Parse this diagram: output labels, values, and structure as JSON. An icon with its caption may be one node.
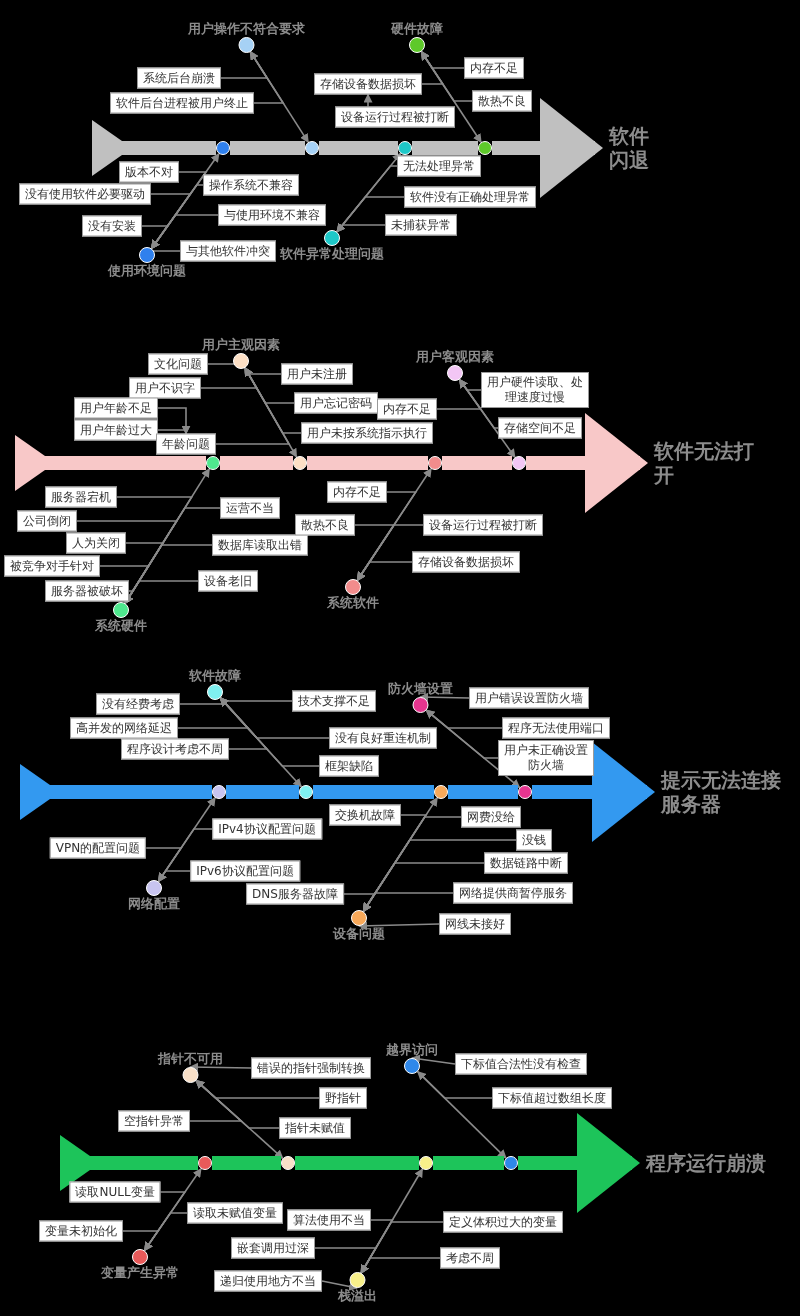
{
  "diagram": {
    "nodes": [
      {
        "text": [
          "用户操作不符合要求"
        ]
      },
      {
        "text": [
          "系统后台崩溃"
        ]
      },
      {
        "text": [
          "软件后台进程被用户终止"
        ]
      },
      {
        "text": [
          "硬件故障"
        ]
      },
      {
        "text": [
          "内存不足"
        ]
      },
      {
        "text": [
          "存储设备数据损坏"
        ]
      },
      {
        "text": [
          "散热不良"
        ]
      },
      {
        "text": [
          "设备运行过程被打断"
        ]
      },
      {
        "text": [
          "使用环境问题"
        ]
      },
      {
        "text": [
          "版本不对"
        ]
      },
      {
        "text": [
          "没有使用软件必要驱动"
        ]
      },
      {
        "text": [
          "没有安装"
        ]
      },
      {
        "text": [
          "操作系统不兼容"
        ]
      },
      {
        "text": [
          "与使用环境不兼容"
        ]
      },
      {
        "text": [
          "与其他软件冲突"
        ]
      },
      {
        "text": [
          "软件异常处理问题"
        ]
      },
      {
        "text": [
          "无法处理异常"
        ]
      },
      {
        "text": [
          "软件没有正确处理异常"
        ]
      },
      {
        "text": [
          "未捕获异常"
        ]
      },
      {
        "text": [],
        "shape": "circle"
      },
      {
        "text": [],
        "shape": "circle"
      },
      {
        "text": [],
        "shape": "circle"
      },
      {
        "text": [],
        "shape": "circle"
      },
      {
        "text": [
          "软件闪退"
        ]
      },
      {
        "text": [
          "用户主观因素"
        ]
      },
      {
        "text": [
          "文化问题"
        ]
      },
      {
        "text": [
          "用户不识字"
        ]
      },
      {
        "text": [
          "用户年龄不足"
        ]
      },
      {
        "text": [
          "用户年龄过大"
        ]
      },
      {
        "text": [
          "年龄问题"
        ]
      },
      {
        "text": [
          "用户未注册"
        ]
      },
      {
        "text": [
          "用户忘记密码"
        ]
      },
      {
        "text": [
          "用户未按系统指示执行"
        ]
      },
      {
        "text": [
          "用户客观因素"
        ]
      },
      {
        "text": [
          "用户硬件读取、处理速度过慢"
        ]
      },
      {
        "text": [
          "内存不足"
        ]
      },
      {
        "text": [
          "存储空间不足"
        ]
      },
      {
        "text": [
          "系统硬件"
        ]
      },
      {
        "text": [
          "服务器宕机"
        ]
      },
      {
        "text": [
          "公司倒闭"
        ]
      },
      {
        "text": [
          "人为关闭"
        ]
      },
      {
        "text": [
          "被竞争对手针对"
        ]
      },
      {
        "text": [
          "服务器被破坏"
        ]
      },
      {
        "text": [
          "运营不当"
        ]
      },
      {
        "text": [
          "数据库读取出错"
        ]
      },
      {
        "text": [
          "设备老旧"
        ]
      },
      {
        "text": [
          "系统软件"
        ]
      },
      {
        "text": [
          "内存不足"
        ]
      },
      {
        "text": [
          "散热不良"
        ]
      },
      {
        "text": [
          "设备运行过程被打断"
        ]
      },
      {
        "text": [
          "存储设备数据损坏"
        ]
      },
      {
        "text": [],
        "shape": "circle"
      },
      {
        "text": [],
        "shape": "circle"
      },
      {
        "text": [],
        "shape": "circle"
      },
      {
        "text": [],
        "shape": "circle"
      },
      {
        "text": [
          "软件无法打开"
        ]
      },
      {
        "text": [
          "软件故障"
        ]
      },
      {
        "text": [
          "没有经费考虑"
        ]
      },
      {
        "text": [
          "高并发的网络延迟"
        ]
      },
      {
        "text": [
          "程序设计考虑不周"
        ]
      },
      {
        "text": [
          "技术支撑不足"
        ]
      },
      {
        "text": [
          "没有良好重连机制"
        ]
      },
      {
        "text": [
          "框架缺陷"
        ]
      },
      {
        "text": [
          "防火墙设置"
        ]
      },
      {
        "text": [
          "用户错误设置防火墙"
        ]
      },
      {
        "text": [
          "程序无法使用端口"
        ]
      },
      {
        "text": [
          "用户未正确设置防火墙"
        ]
      },
      {
        "text": [
          "网络配置"
        ]
      },
      {
        "text": [
          "IPv4协议配置问题"
        ]
      },
      {
        "text": [
          "VPN的配置问题"
        ]
      },
      {
        "text": [
          "IPv6协议配置问题"
        ]
      },
      {
        "text": [
          "设备问题"
        ]
      },
      {
        "text": [
          "交换机故障"
        ]
      },
      {
        "text": [
          "DNS服务器故障"
        ]
      },
      {
        "text": [
          "网费没给"
        ]
      },
      {
        "text": [
          "没钱"
        ]
      },
      {
        "text": [
          "数据链路中断"
        ]
      },
      {
        "text": [
          "网络提供商暂停服务"
        ]
      },
      {
        "text": [
          "网线未接好"
        ]
      },
      {
        "text": [],
        "shape": "circle"
      },
      {
        "text": [],
        "shape": "circle"
      },
      {
        "text": [],
        "shape": "circle"
      },
      {
        "text": [],
        "shape": "circle"
      },
      {
        "text": [
          "提示无法连接服务器"
        ]
      },
      {
        "text": [
          "指针不可用"
        ]
      },
      {
        "text": [
          "错误的指针强制转换"
        ]
      },
      {
        "text": [
          "野指针"
        ]
      },
      {
        "text": [
          "指针未赋值"
        ]
      },
      {
        "text": [
          "空指针异常"
        ]
      },
      {
        "text": [
          "越界访问"
        ]
      },
      {
        "text": [
          "下标值合法性没有检查"
        ]
      },
      {
        "text": [
          "下标值超过数组长度"
        ]
      },
      {
        "text": [
          "变量产生异常"
        ]
      },
      {
        "text": [
          "读取NULL变量"
        ]
      },
      {
        "text": [
          "读取未赋值变量"
        ]
      },
      {
        "text": [
          "变量未初始化"
        ]
      },
      {
        "text": [
          "栈溢出"
        ]
      },
      {
        "text": [
          "算法使用不当"
        ]
      },
      {
        "text": [
          "嵌套调用过深"
        ]
      },
      {
        "text": [
          "递归使用地方不当"
        ]
      },
      {
        "text": [
          "定义体积过大的变量"
        ]
      },
      {
        "text": [
          "考虑不周"
        ]
      },
      {
        "text": [],
        "shape": "circle"
      },
      {
        "text": [],
        "shape": "circle"
      },
      {
        "text": [],
        "shape": "circle"
      },
      {
        "text": [],
        "shape": "circle"
      },
      {
        "text": [
          "程序运行崩溃"
        ]
      }
    ],
    "edges": [
      {
        "from": 1,
        "to": 0,
        "arrow": "to"
      },
      {
        "from": 2,
        "to": 0,
        "arrow": "to"
      },
      {
        "from": 4,
        "to": 3,
        "arrow": "to"
      },
      {
        "from": 7,
        "to": 5,
        "arrow": "to"
      },
      {
        "from": 5,
        "to": 3,
        "arrow": "to"
      },
      {
        "from": 6,
        "to": 3,
        "arrow": "to"
      },
      {
        "from": 9,
        "to": 8,
        "arrow": "to"
      },
      {
        "from": 10,
        "to": 8,
        "arrow": "to"
      },
      {
        "from": 11,
        "to": 8,
        "arrow": "to"
      },
      {
        "from": 12,
        "to": 8,
        "arrow": "to"
      },
      {
        "from": 13,
        "to": 8,
        "arrow": "to"
      },
      {
        "from": 14,
        "to": 8,
        "arrow": "to"
      },
      {
        "from": 16,
        "to": 15,
        "arrow": "to"
      },
      {
        "from": 17,
        "to": 15,
        "arrow": "to"
      },
      {
        "from": 18,
        "to": 15,
        "arrow": "to"
      },
      {
        "from": 8,
        "to": 19,
        "arrow": "to"
      },
      {
        "from": 0,
        "to": 20,
        "arrow": "to"
      },
      {
        "from": 15,
        "to": 21,
        "arrow": "to"
      },
      {
        "from": 3,
        "to": 22,
        "arrow": "to"
      },
      {
        "from": 19,
        "to": 20,
        "arrow": "none",
        "style": "thick",
        "color": "#c0c0c0"
      },
      {
        "from": 20,
        "to": 21,
        "arrow": "none",
        "style": "thick",
        "color": "#c0c0c0"
      },
      {
        "from": 21,
        "to": 22,
        "arrow": "none",
        "style": "thick",
        "color": "#c0c0c0"
      },
      {
        "from": 22,
        "to": 23,
        "arrow": "to",
        "style": "thick",
        "color": "#c0c0c0"
      },
      {
        "from": 25,
        "to": 24,
        "arrow": "to"
      },
      {
        "from": 26,
        "to": 24,
        "arrow": "to"
      },
      {
        "from": 27,
        "to": 29,
        "arrow": "to"
      },
      {
        "from": 28,
        "to": 29,
        "arrow": "to"
      },
      {
        "from": 29,
        "to": 24,
        "arrow": "to"
      },
      {
        "from": 30,
        "to": 24,
        "arrow": "to"
      },
      {
        "from": 31,
        "to": 24,
        "arrow": "to"
      },
      {
        "from": 32,
        "to": 24,
        "arrow": "to"
      },
      {
        "from": 34,
        "to": 33,
        "arrow": "to"
      },
      {
        "from": 35,
        "to": 33,
        "arrow": "to"
      },
      {
        "from": 36,
        "to": 33,
        "arrow": "to"
      },
      {
        "from": 38,
        "to": 37,
        "arrow": "to"
      },
      {
        "from": 39,
        "to": 37,
        "arrow": "to"
      },
      {
        "from": 40,
        "to": 37,
        "arrow": "to"
      },
      {
        "from": 41,
        "to": 37,
        "arrow": "to"
      },
      {
        "from": 42,
        "to": 37,
        "arrow": "to"
      },
      {
        "from": 43,
        "to": 37,
        "arrow": "to"
      },
      {
        "from": 44,
        "to": 37,
        "arrow": "to"
      },
      {
        "from": 45,
        "to": 37,
        "arrow": "to"
      },
      {
        "from": 47,
        "to": 46,
        "arrow": "to"
      },
      {
        "from": 48,
        "to": 46,
        "arrow": "to"
      },
      {
        "from": 49,
        "to": 46,
        "arrow": "to"
      },
      {
        "from": 50,
        "to": 46,
        "arrow": "to"
      },
      {
        "from": 37,
        "to": 51,
        "arrow": "to"
      },
      {
        "from": 24,
        "to": 52,
        "arrow": "to"
      },
      {
        "from": 46,
        "to": 53,
        "arrow": "to"
      },
      {
        "from": 33,
        "to": 54,
        "arrow": "to"
      },
      {
        "from": 51,
        "to": 52,
        "arrow": "none",
        "style": "thick",
        "color": "#f8c8c8"
      },
      {
        "from": 52,
        "to": 53,
        "arrow": "none",
        "style": "thick",
        "color": "#f8c8c8"
      },
      {
        "from": 53,
        "to": 54,
        "arrow": "none",
        "style": "thick",
        "color": "#f8c8c8"
      },
      {
        "from": 54,
        "to": 55,
        "arrow": "to",
        "style": "thick",
        "color": "#f8c8c8"
      },
      {
        "from": 57,
        "to": 56,
        "arrow": "to"
      },
      {
        "from": 58,
        "to": 56,
        "arrow": "to"
      },
      {
        "from": 59,
        "to": 56,
        "arrow": "to"
      },
      {
        "from": 60,
        "to": 56,
        "arrow": "to"
      },
      {
        "from": 61,
        "to": 56,
        "arrow": "to"
      },
      {
        "from": 62,
        "to": 56,
        "arrow": "to"
      },
      {
        "from": 64,
        "to": 63,
        "arrow": "to"
      },
      {
        "from": 65,
        "to": 63,
        "arrow": "to"
      },
      {
        "from": 66,
        "to": 63,
        "arrow": "to"
      },
      {
        "from": 68,
        "to": 67,
        "arrow": "to"
      },
      {
        "from": 69,
        "to": 67,
        "arrow": "to"
      },
      {
        "from": 70,
        "to": 67,
        "arrow": "to"
      },
      {
        "from": 72,
        "to": 71,
        "arrow": "to"
      },
      {
        "from": 73,
        "to": 71,
        "arrow": "to"
      },
      {
        "from": 74,
        "to": 71,
        "arrow": "to"
      },
      {
        "from": 75,
        "to": 71,
        "arrow": "to"
      },
      {
        "from": 76,
        "to": 71,
        "arrow": "to"
      },
      {
        "from": 77,
        "to": 71,
        "arrow": "to"
      },
      {
        "from": 78,
        "to": 71,
        "arrow": "to"
      },
      {
        "from": 67,
        "to": 79,
        "arrow": "to"
      },
      {
        "from": 56,
        "to": 80,
        "arrow": "to"
      },
      {
        "from": 71,
        "to": 81,
        "arrow": "to"
      },
      {
        "from": 63,
        "to": 82,
        "arrow": "to"
      },
      {
        "from": 79,
        "to": 80,
        "arrow": "none",
        "style": "thick",
        "color": "#3399f0"
      },
      {
        "from": 80,
        "to": 81,
        "arrow": "none",
        "style": "thick",
        "color": "#3399f0"
      },
      {
        "from": 81,
        "to": 82,
        "arrow": "none",
        "style": "thick",
        "color": "#3399f0"
      },
      {
        "from": 82,
        "to": 83,
        "arrow": "to",
        "style": "thick",
        "color": "#3399f0"
      },
      {
        "from": 85,
        "to": 84,
        "arrow": "to"
      },
      {
        "from": 86,
        "to": 84,
        "arrow": "to"
      },
      {
        "from": 87,
        "to": 84,
        "arrow": "to"
      },
      {
        "from": 88,
        "to": 84,
        "arrow": "to"
      },
      {
        "from": 90,
        "to": 89,
        "arrow": "to"
      },
      {
        "from": 91,
        "to": 89,
        "arrow": "to"
      },
      {
        "from": 93,
        "to": 92,
        "arrow": "to"
      },
      {
        "from": 94,
        "to": 92,
        "arrow": "to"
      },
      {
        "from": 95,
        "to": 92,
        "arrow": "to"
      },
      {
        "from": 97,
        "to": 96,
        "arrow": "to"
      },
      {
        "from": 98,
        "to": 96,
        "arrow": "to"
      },
      {
        "from": 99,
        "to": 96,
        "arrow": "to"
      },
      {
        "from": 100,
        "to": 96,
        "arrow": "to"
      },
      {
        "from": 101,
        "to": 96,
        "arrow": "to"
      },
      {
        "from": 92,
        "to": 102,
        "arrow": "to"
      },
      {
        "from": 84,
        "to": 103,
        "arrow": "to"
      },
      {
        "from": 96,
        "to": 104,
        "arrow": "to"
      },
      {
        "from": 89,
        "to": 105,
        "arrow": "to"
      },
      {
        "from": 102,
        "to": 103,
        "arrow": "none",
        "style": "thick",
        "color": "#1dc45a"
      },
      {
        "from": 103,
        "to": 104,
        "arrow": "none",
        "style": "thick",
        "color": "#1dc45a"
      },
      {
        "from": 104,
        "to": 105,
        "arrow": "none",
        "style": "thick",
        "color": "#1dc45a"
      },
      {
        "from": 105,
        "to": 106,
        "arrow": "to",
        "style": "thick",
        "color": "#1dc45a"
      }
    ]
  }
}
